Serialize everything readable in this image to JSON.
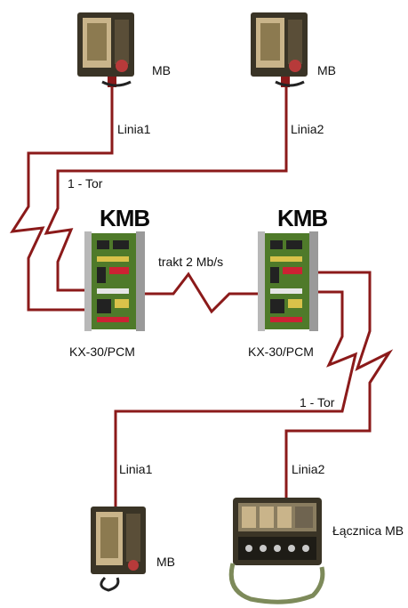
{
  "nodes": {
    "kmb_left": "KMB",
    "kmb_right": "KMB",
    "card_left": "KX-30/PCM",
    "card_right": "KX-30/PCM",
    "phone_top_left": "MB",
    "phone_top_right": "MB",
    "phone_bottom": "MB",
    "switchboard": "Łącznica MB"
  },
  "links": {
    "linia1_top": "Linia1",
    "linia2_top": "Linia2",
    "tor_top": "1 - Tor",
    "trunk": "trakt 2 Mb/s",
    "tor_bottom": "1 - Tor",
    "linia1_bottom": "Linia1",
    "linia2_bottom": "Linia2"
  },
  "colors": {
    "wire": "#8b1a1a",
    "card_green": "#4f7a2a",
    "device_body": "#3a3426"
  }
}
